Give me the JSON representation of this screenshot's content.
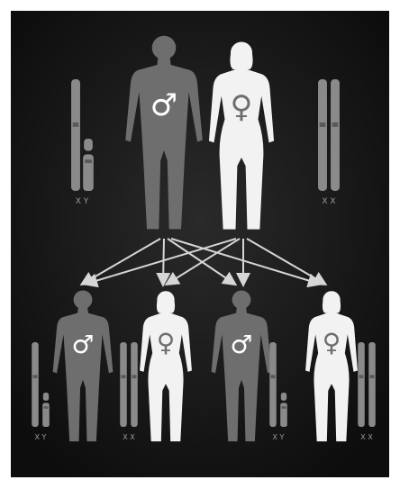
{
  "parents": {
    "father": {
      "symbol": "♂",
      "chromosome_label": "X Y"
    },
    "mother": {
      "symbol": "♀",
      "chromosome_label": "X X"
    }
  },
  "children": [
    {
      "symbol": "♂",
      "chromosome_label": "X Y"
    },
    {
      "symbol": "♀",
      "chromosome_label": "X X"
    },
    {
      "symbol": "♂",
      "chromosome_label": "X Y"
    },
    {
      "symbol": "♀",
      "chromosome_label": "X X"
    }
  ],
  "colors": {
    "background": "#161616",
    "male_figure": "#6e6e6e",
    "female_figure": "#f2f2f2",
    "chromosome": "#8a8a8a",
    "arrow": "#d6d6d6"
  }
}
